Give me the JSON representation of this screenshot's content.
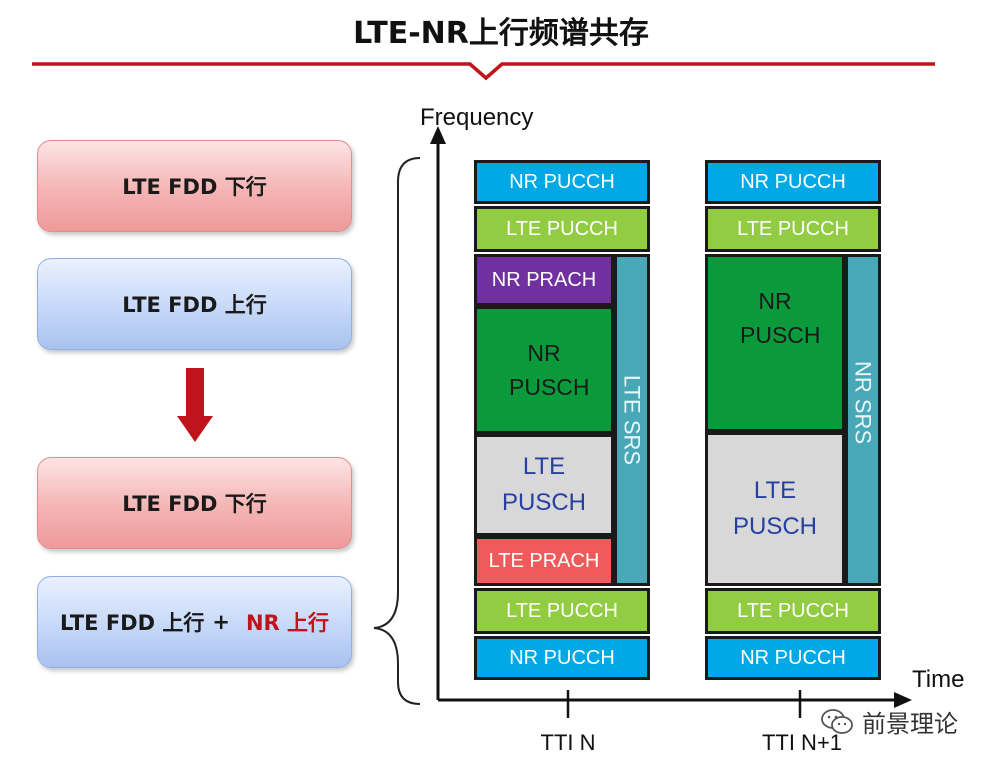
{
  "title": "LTE-NR上行频谱共存",
  "left_boxes": {
    "box1": "LTE FDD 下行",
    "box2": "LTE FDD 上行",
    "box3": "LTE FDD 下行",
    "box4_part1": "LTE FDD 上行",
    "box4_plus": "+",
    "box4_part2": "NR 上行"
  },
  "axes": {
    "y_label": "Frequency",
    "x_label": "Time",
    "ticks": [
      "TTI N",
      "TTI N+1"
    ]
  },
  "tti_n": {
    "nr_pucch_top": "NR PUCCH",
    "lte_pucch_top": "LTE PUCCH",
    "nr_prach": "NR PRACH",
    "nr_pusch": "NR PUSCH",
    "lte_pusch": "LTE PUSCH",
    "lte_prach": "LTE PRACH",
    "lte_srs": "LTE SRS",
    "lte_pucch_bottom": "LTE PUCCH",
    "nr_pucch_bottom": "NR PUCCH"
  },
  "tti_n1": {
    "nr_pucch_top": "NR PUCCH",
    "lte_pucch_top": "LTE PUCCH",
    "nr_pusch": "NR PUSCH",
    "lte_pusch": "LTE PUSCH",
    "nr_srs": "NR SRS",
    "lte_pucch_bottom": "LTE PUCCH",
    "nr_pucch_bottom": "NR PUCCH"
  },
  "watermark": "前景理论",
  "colors": {
    "title_rule": "#c0141c",
    "arrow": "#c0141c",
    "nr_pucch": "#00a8e6",
    "lte_pucch": "#92cc42",
    "nr_prach": "#7030a0",
    "nr_pusch": "#0a9a3c",
    "lte_pusch": "#d8d8d8",
    "lte_prach": "#f05a5a",
    "srs": "#48a8b8"
  },
  "icons": {
    "watermark": "wechat-icon",
    "arrow": "down-arrow-icon"
  }
}
